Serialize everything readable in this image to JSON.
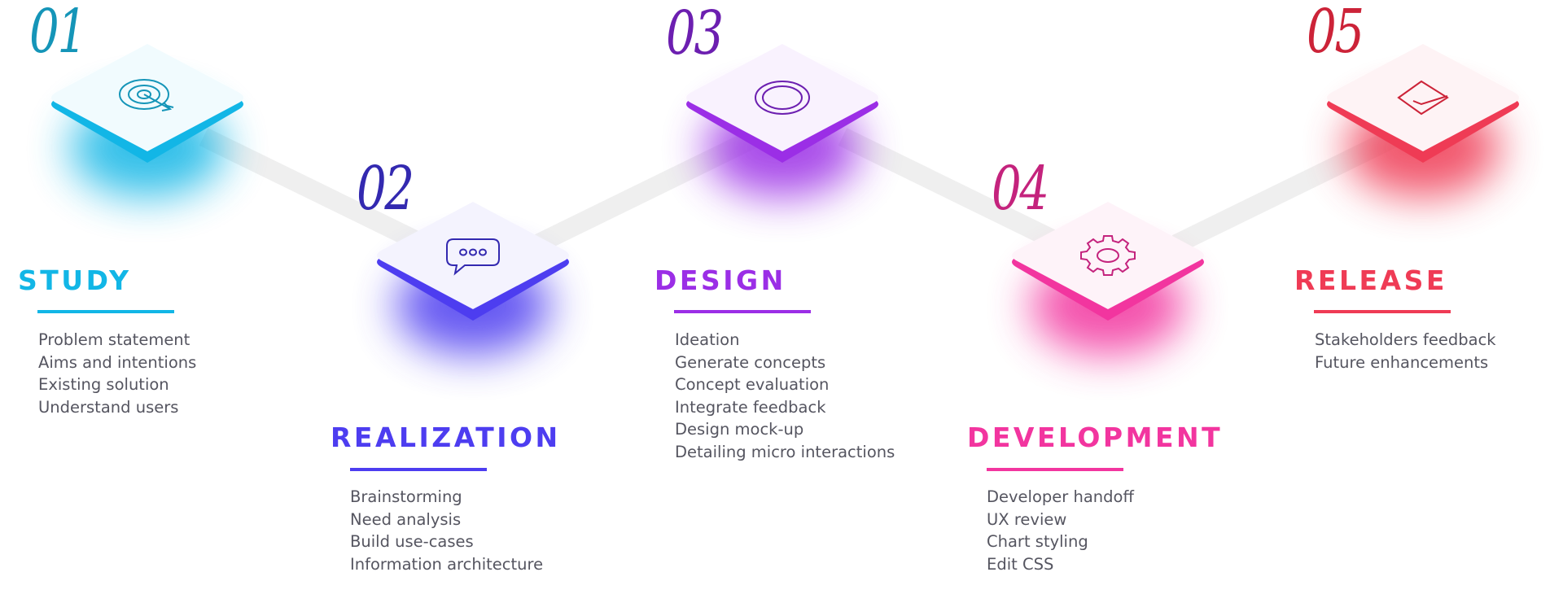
{
  "steps": [
    {
      "number": "01",
      "title": "STUDY",
      "color": "#12b6e6",
      "number_color": "#1595b8",
      "icon": "target-icon",
      "items": [
        "Problem statement",
        "Aims and intentions",
        "Existing solution",
        "Understand users"
      ]
    },
    {
      "number": "02",
      "title": "REALIZATION",
      "color": "#4d3df0",
      "number_color": "#3329b0",
      "icon": "chat-bubble-icon",
      "items": [
        "Brainstorming",
        "Need analysis",
        "Build use-cases",
        "Information architecture"
      ]
    },
    {
      "number": "03",
      "title": "DESIGN",
      "color": "#9b2ee6",
      "number_color": "#6c1fb0",
      "icon": "concentric-circle-icon",
      "items": [
        "Ideation",
        "Generate concepts",
        "Concept evaluation",
        "Integrate feedback",
        "Design mock-up",
        "Detailing micro interactions"
      ]
    },
    {
      "number": "04",
      "title": "DEVELOPMENT",
      "color": "#f2359f",
      "number_color": "#c4237d",
      "icon": "gear-icon",
      "items": [
        "Developer handoff",
        "UX review",
        "Chart styling",
        "Edit CSS"
      ]
    },
    {
      "number": "05",
      "title": "RELEASE",
      "color": "#ef3b55",
      "number_color": "#cc2338",
      "icon": "release-check-icon",
      "items": [
        "Stakeholders feedback",
        "Future enhancements"
      ]
    }
  ]
}
